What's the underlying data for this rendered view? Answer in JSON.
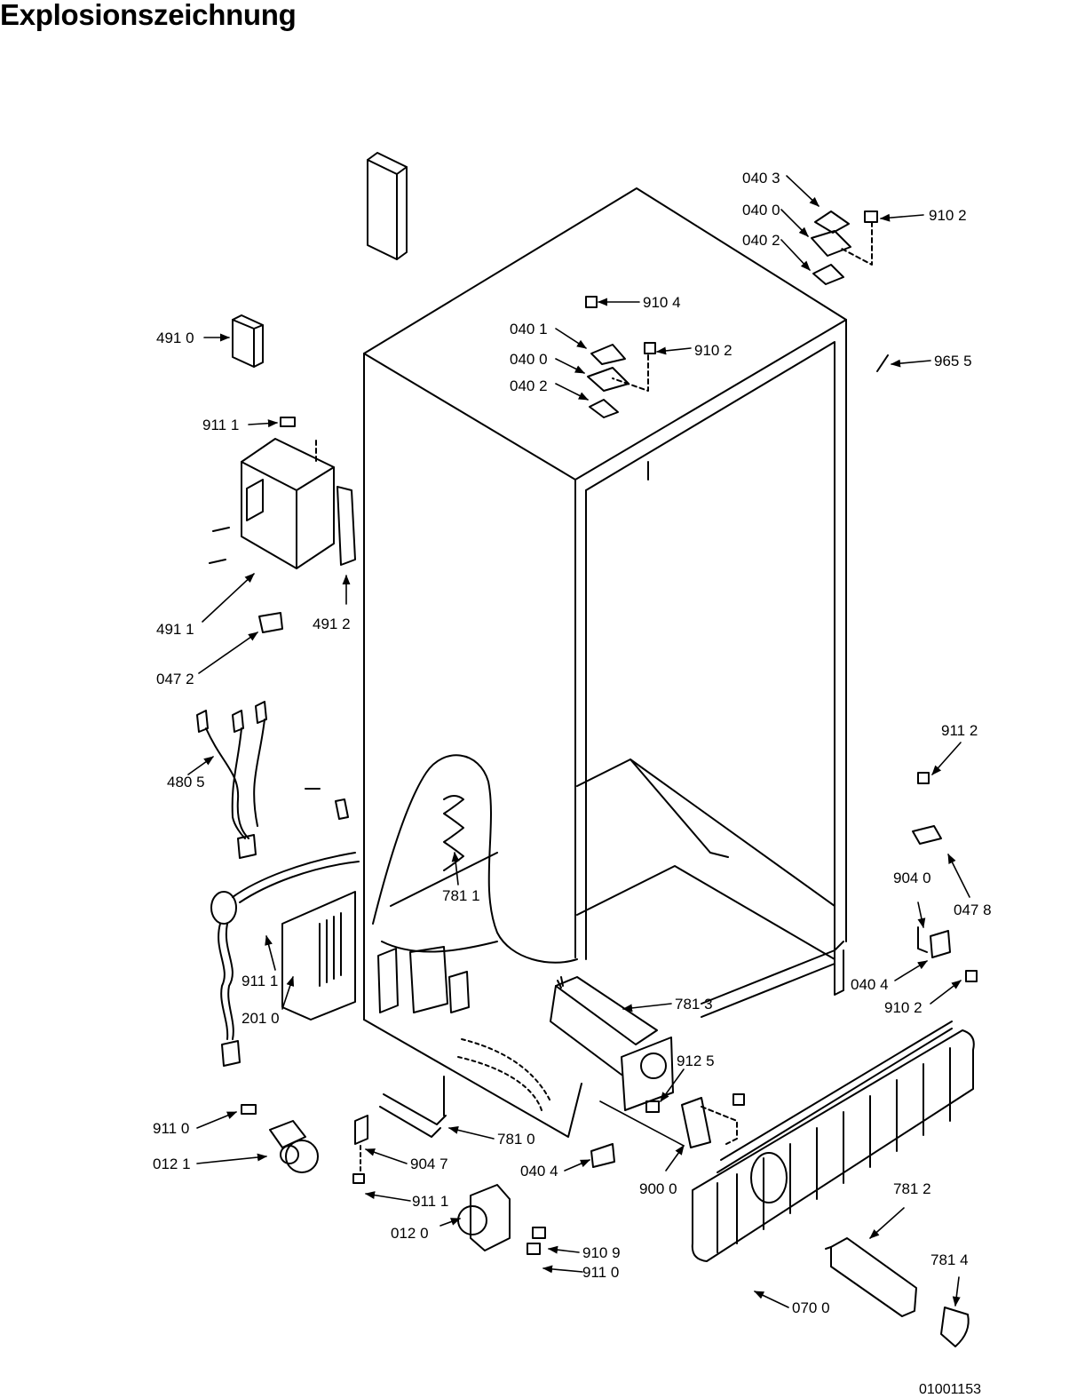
{
  "title": "Explosionszeichnung",
  "document_number": "01001153",
  "labels": [
    {
      "id": "l1",
      "text": "040 3"
    },
    {
      "id": "l2",
      "text": "040 0"
    },
    {
      "id": "l3",
      "text": "040 2"
    },
    {
      "id": "l4",
      "text": "910 2"
    },
    {
      "id": "l5",
      "text": "910 4"
    },
    {
      "id": "l6",
      "text": "040 1"
    },
    {
      "id": "l7",
      "text": "040 0"
    },
    {
      "id": "l8",
      "text": "040 2"
    },
    {
      "id": "l9",
      "text": "910 2"
    },
    {
      "id": "l10",
      "text": "965 5"
    },
    {
      "id": "l11",
      "text": "491 0"
    },
    {
      "id": "l12",
      "text": "911 1"
    },
    {
      "id": "l13",
      "text": "491 1"
    },
    {
      "id": "l14",
      "text": "491 2"
    },
    {
      "id": "l15",
      "text": "047 2"
    },
    {
      "id": "l16",
      "text": "480 5"
    },
    {
      "id": "l17",
      "text": "781 1"
    },
    {
      "id": "l18",
      "text": "911 1"
    },
    {
      "id": "l19",
      "text": "201 0"
    },
    {
      "id": "l20",
      "text": "911 2"
    },
    {
      "id": "l21",
      "text": "904 0"
    },
    {
      "id": "l22",
      "text": "047 8"
    },
    {
      "id": "l23",
      "text": "040 4"
    },
    {
      "id": "l24",
      "text": "910 2"
    },
    {
      "id": "l25",
      "text": "781 3"
    },
    {
      "id": "l26",
      "text": "912 5"
    },
    {
      "id": "l27",
      "text": "911 0"
    },
    {
      "id": "l28",
      "text": "012 1"
    },
    {
      "id": "l29",
      "text": "781 0"
    },
    {
      "id": "l30",
      "text": "904 7"
    },
    {
      "id": "l31",
      "text": "040 4"
    },
    {
      "id": "l32",
      "text": "900 0"
    },
    {
      "id": "l33",
      "text": "911 1"
    },
    {
      "id": "l34",
      "text": "012 0"
    },
    {
      "id": "l35",
      "text": "910 9"
    },
    {
      "id": "l36",
      "text": "911 0"
    },
    {
      "id": "l37",
      "text": "781 2"
    },
    {
      "id": "l38",
      "text": "781 4"
    },
    {
      "id": "l39",
      "text": "070 0"
    }
  ]
}
